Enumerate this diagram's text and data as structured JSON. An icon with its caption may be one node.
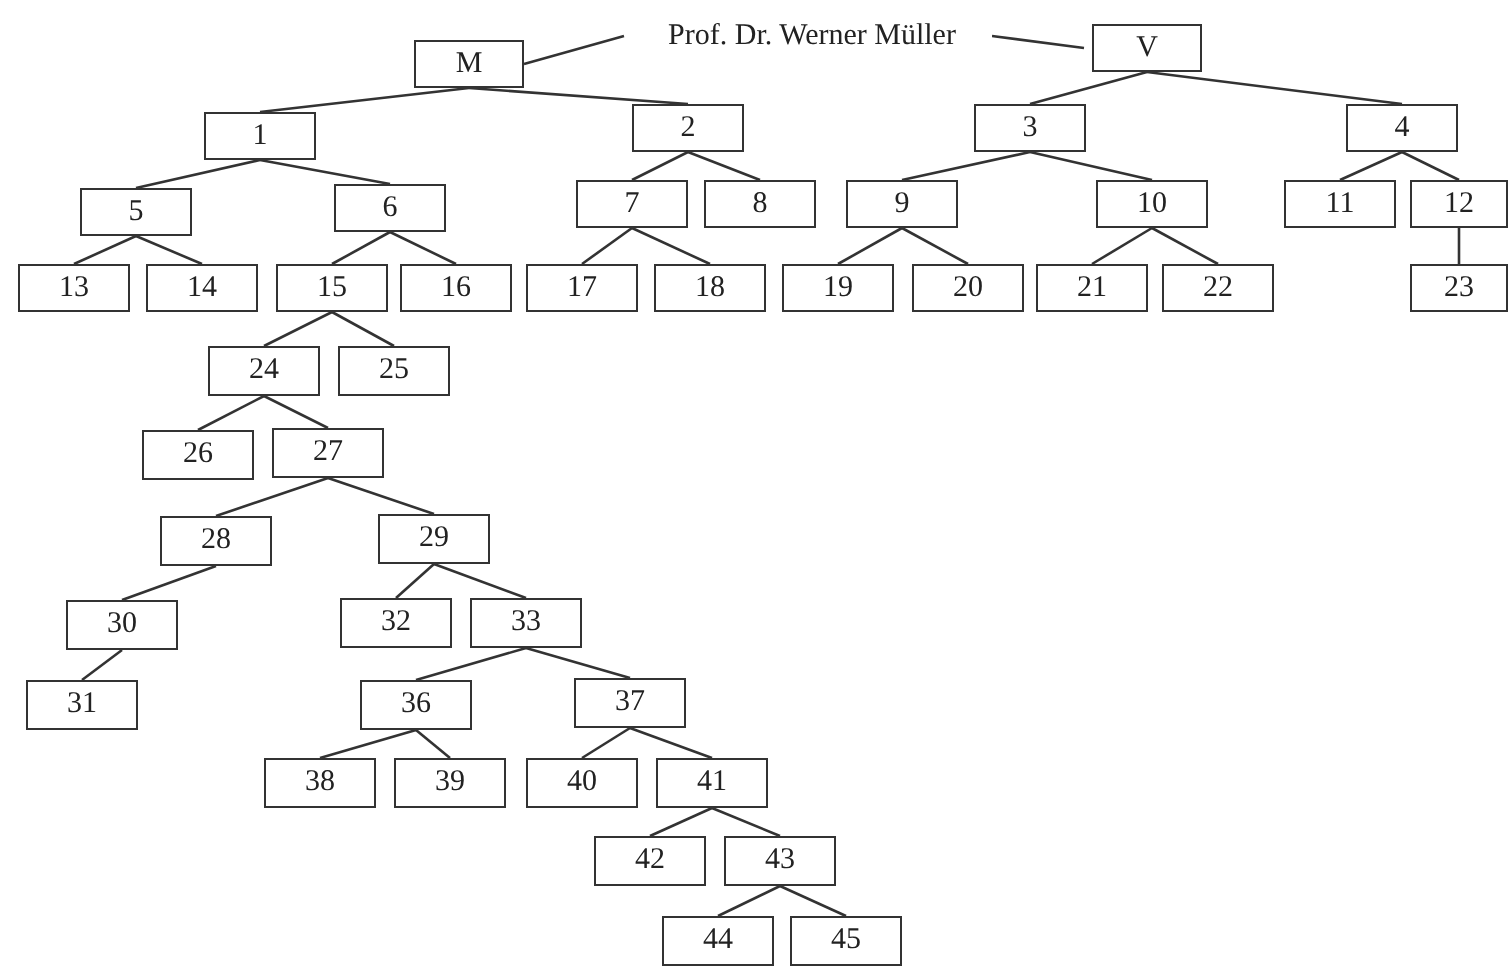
{
  "diagram": {
    "nodes": [
      {
        "text": [
          "M"
        ]
      },
      {
        "text": [
          "Prof. Dr. Werner Müller"
        ]
      },
      {
        "text": [
          "V"
        ]
      },
      {
        "text": [
          "1"
        ]
      },
      {
        "text": [
          "2"
        ]
      },
      {
        "text": [
          "3"
        ]
      },
      {
        "text": [
          "4"
        ]
      },
      {
        "text": [
          "5"
        ]
      },
      {
        "text": [
          "6"
        ]
      },
      {
        "text": [
          "7"
        ]
      },
      {
        "text": [
          "8"
        ]
      },
      {
        "text": [
          "9"
        ]
      },
      {
        "text": [
          "10"
        ]
      },
      {
        "text": [
          "11"
        ]
      },
      {
        "text": [
          "12"
        ]
      },
      {
        "text": [
          "13"
        ]
      },
      {
        "text": [
          "14"
        ]
      },
      {
        "text": [
          "15"
        ]
      },
      {
        "text": [
          "16"
        ]
      },
      {
        "text": [
          "17"
        ]
      },
      {
        "text": [
          "18"
        ]
      },
      {
        "text": [
          "19"
        ]
      },
      {
        "text": [
          "20"
        ]
      },
      {
        "text": [
          "21"
        ]
      },
      {
        "text": [
          "22"
        ]
      },
      {
        "text": [
          "23"
        ]
      },
      {
        "text": [
          "24"
        ]
      },
      {
        "text": [
          "25"
        ]
      },
      {
        "text": [
          "26"
        ]
      },
      {
        "text": [
          "27"
        ]
      },
      {
        "text": [
          "28"
        ]
      },
      {
        "text": [
          "29"
        ]
      },
      {
        "text": [
          "30"
        ]
      },
      {
        "text": [
          "32"
        ]
      },
      {
        "text": [
          "33"
        ]
      },
      {
        "text": [
          "31"
        ]
      },
      {
        "text": [
          "36"
        ]
      },
      {
        "text": [
          "37"
        ]
      },
      {
        "text": [
          "38"
        ]
      },
      {
        "text": [
          "39"
        ]
      },
      {
        "text": [
          "40"
        ]
      },
      {
        "text": [
          "41"
        ]
      },
      {
        "text": [
          "42"
        ]
      },
      {
        "text": [
          "43"
        ]
      },
      {
        "text": [
          "44"
        ]
      },
      {
        "text": [
          "45"
        ]
      }
    ],
    "edges": [
      {
        "from": 0,
        "to": 1,
        "arrow": "none"
      },
      {
        "from": 1,
        "to": 2,
        "arrow": "none"
      },
      {
        "from": 0,
        "to": 3,
        "arrow": "none"
      },
      {
        "from": 0,
        "to": 4,
        "arrow": "none"
      },
      {
        "from": 2,
        "to": 5,
        "arrow": "none"
      },
      {
        "from": 2,
        "to": 6,
        "arrow": "none"
      },
      {
        "from": 3,
        "to": 7,
        "arrow": "none"
      },
      {
        "from": 3,
        "to": 8,
        "arrow": "none"
      },
      {
        "from": 4,
        "to": 9,
        "arrow": "none"
      },
      {
        "from": 4,
        "to": 10,
        "arrow": "none"
      },
      {
        "from": 5,
        "to": 11,
        "arrow": "none"
      },
      {
        "from": 5,
        "to": 12,
        "arrow": "none"
      },
      {
        "from": 6,
        "to": 13,
        "arrow": "none"
      },
      {
        "from": 6,
        "to": 14,
        "arrow": "none"
      },
      {
        "from": 7,
        "to": 15,
        "arrow": "none"
      },
      {
        "from": 7,
        "to": 16,
        "arrow": "none"
      },
      {
        "from": 8,
        "to": 17,
        "arrow": "none"
      },
      {
        "from": 8,
        "to": 18,
        "arrow": "none"
      },
      {
        "from": 9,
        "to": 19,
        "arrow": "none"
      },
      {
        "from": 9,
        "to": 20,
        "arrow": "none"
      },
      {
        "from": 11,
        "to": 21,
        "arrow": "none"
      },
      {
        "from": 11,
        "to": 22,
        "arrow": "none"
      },
      {
        "from": 12,
        "to": 23,
        "arrow": "none"
      },
      {
        "from": 12,
        "to": 24,
        "arrow": "none"
      },
      {
        "from": 14,
        "to": 25,
        "arrow": "none"
      },
      {
        "from": 17,
        "to": 26,
        "arrow": "none"
      },
      {
        "from": 17,
        "to": 27,
        "arrow": "none"
      },
      {
        "from": 26,
        "to": 28,
        "arrow": "none"
      },
      {
        "from": 26,
        "to": 29,
        "arrow": "none"
      },
      {
        "from": 29,
        "to": 30,
        "arrow": "none"
      },
      {
        "from": 29,
        "to": 31,
        "arrow": "none"
      },
      {
        "from": 30,
        "to": 32,
        "arrow": "none"
      },
      {
        "from": 31,
        "to": 33,
        "arrow": "none"
      },
      {
        "from": 31,
        "to": 34,
        "arrow": "none"
      },
      {
        "from": 32,
        "to": 35,
        "arrow": "none"
      },
      {
        "from": 34,
        "to": 36,
        "arrow": "none"
      },
      {
        "from": 34,
        "to": 37,
        "arrow": "none"
      },
      {
        "from": 36,
        "to": 38,
        "arrow": "none"
      },
      {
        "from": 36,
        "to": 39,
        "arrow": "none"
      },
      {
        "from": 37,
        "to": 40,
        "arrow": "none"
      },
      {
        "from": 37,
        "to": 41,
        "arrow": "none"
      },
      {
        "from": 41,
        "to": 42,
        "arrow": "none"
      },
      {
        "from": 41,
        "to": 43,
        "arrow": "none"
      },
      {
        "from": 43,
        "to": 44,
        "arrow": "none"
      },
      {
        "from": 43,
        "to": 45,
        "arrow": "none"
      }
    ]
  }
}
